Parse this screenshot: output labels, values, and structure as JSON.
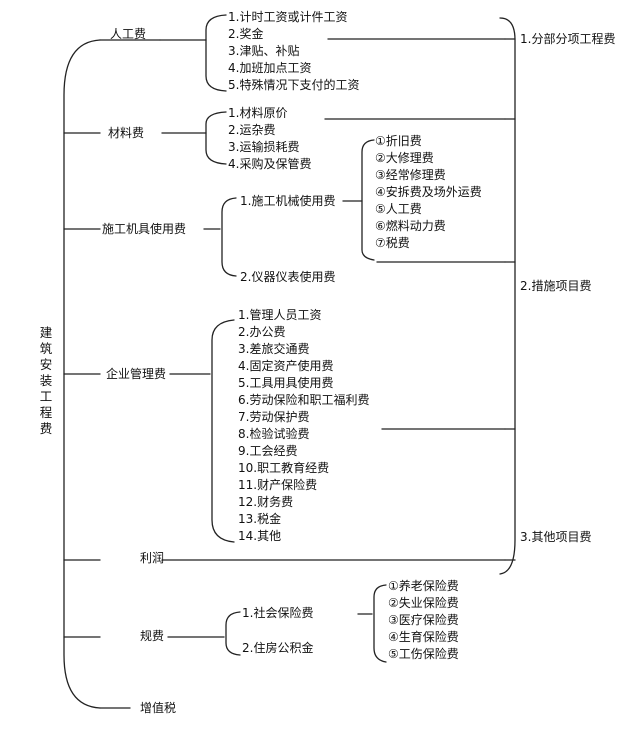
{
  "root": {
    "label": "建筑安装工程费"
  },
  "middle": {
    "labor": {
      "label": "人工费",
      "items": [
        "1.计时工资或计件工资",
        "2.奖金",
        "3.津贴、补贴",
        "4.加班加点工资",
        "5.特殊情况下支付的工资"
      ]
    },
    "material": {
      "label": "材料费",
      "items": [
        "1.材料原价",
        "2.运杂费",
        "3.运输损耗费",
        "4.采购及保管费"
      ]
    },
    "machinery": {
      "label": "施工机具使用费",
      "items": [
        "1.施工机械使用费",
        "2.仪器仪表使用费"
      ],
      "sub": [
        "①折旧费",
        "②大修理费",
        "③经常修理费",
        "④安拆费及场外运费",
        "⑤人工费",
        "⑥燃料动力费",
        "⑦税费"
      ]
    },
    "management": {
      "label": "企业管理费",
      "items": [
        "1.管理人员工资",
        "2.办公费",
        "3.差旅交通费",
        "4.固定资产使用费",
        "5.工具用具使用费",
        "6.劳动保险和职工福利费",
        "7.劳动保护费",
        "8.检验试验费",
        "9.工会经费",
        "10.职工教育经费",
        "11.财产保险费",
        "12.财务费",
        "13.税金",
        "14.其他"
      ]
    },
    "profit": {
      "label": "利润"
    },
    "fees": {
      "label": "规费",
      "items": [
        "1.社会保险费",
        "2.住房公积金"
      ],
      "sub": [
        "①养老保险费",
        "②失业保险费",
        "③医疗保险费",
        "④生育保险费",
        "⑤工伤保险费"
      ]
    },
    "vat": {
      "label": "增值税"
    }
  },
  "right": [
    "1.分部分项工程费",
    "2.措施项目费",
    "3.其他项目费"
  ]
}
